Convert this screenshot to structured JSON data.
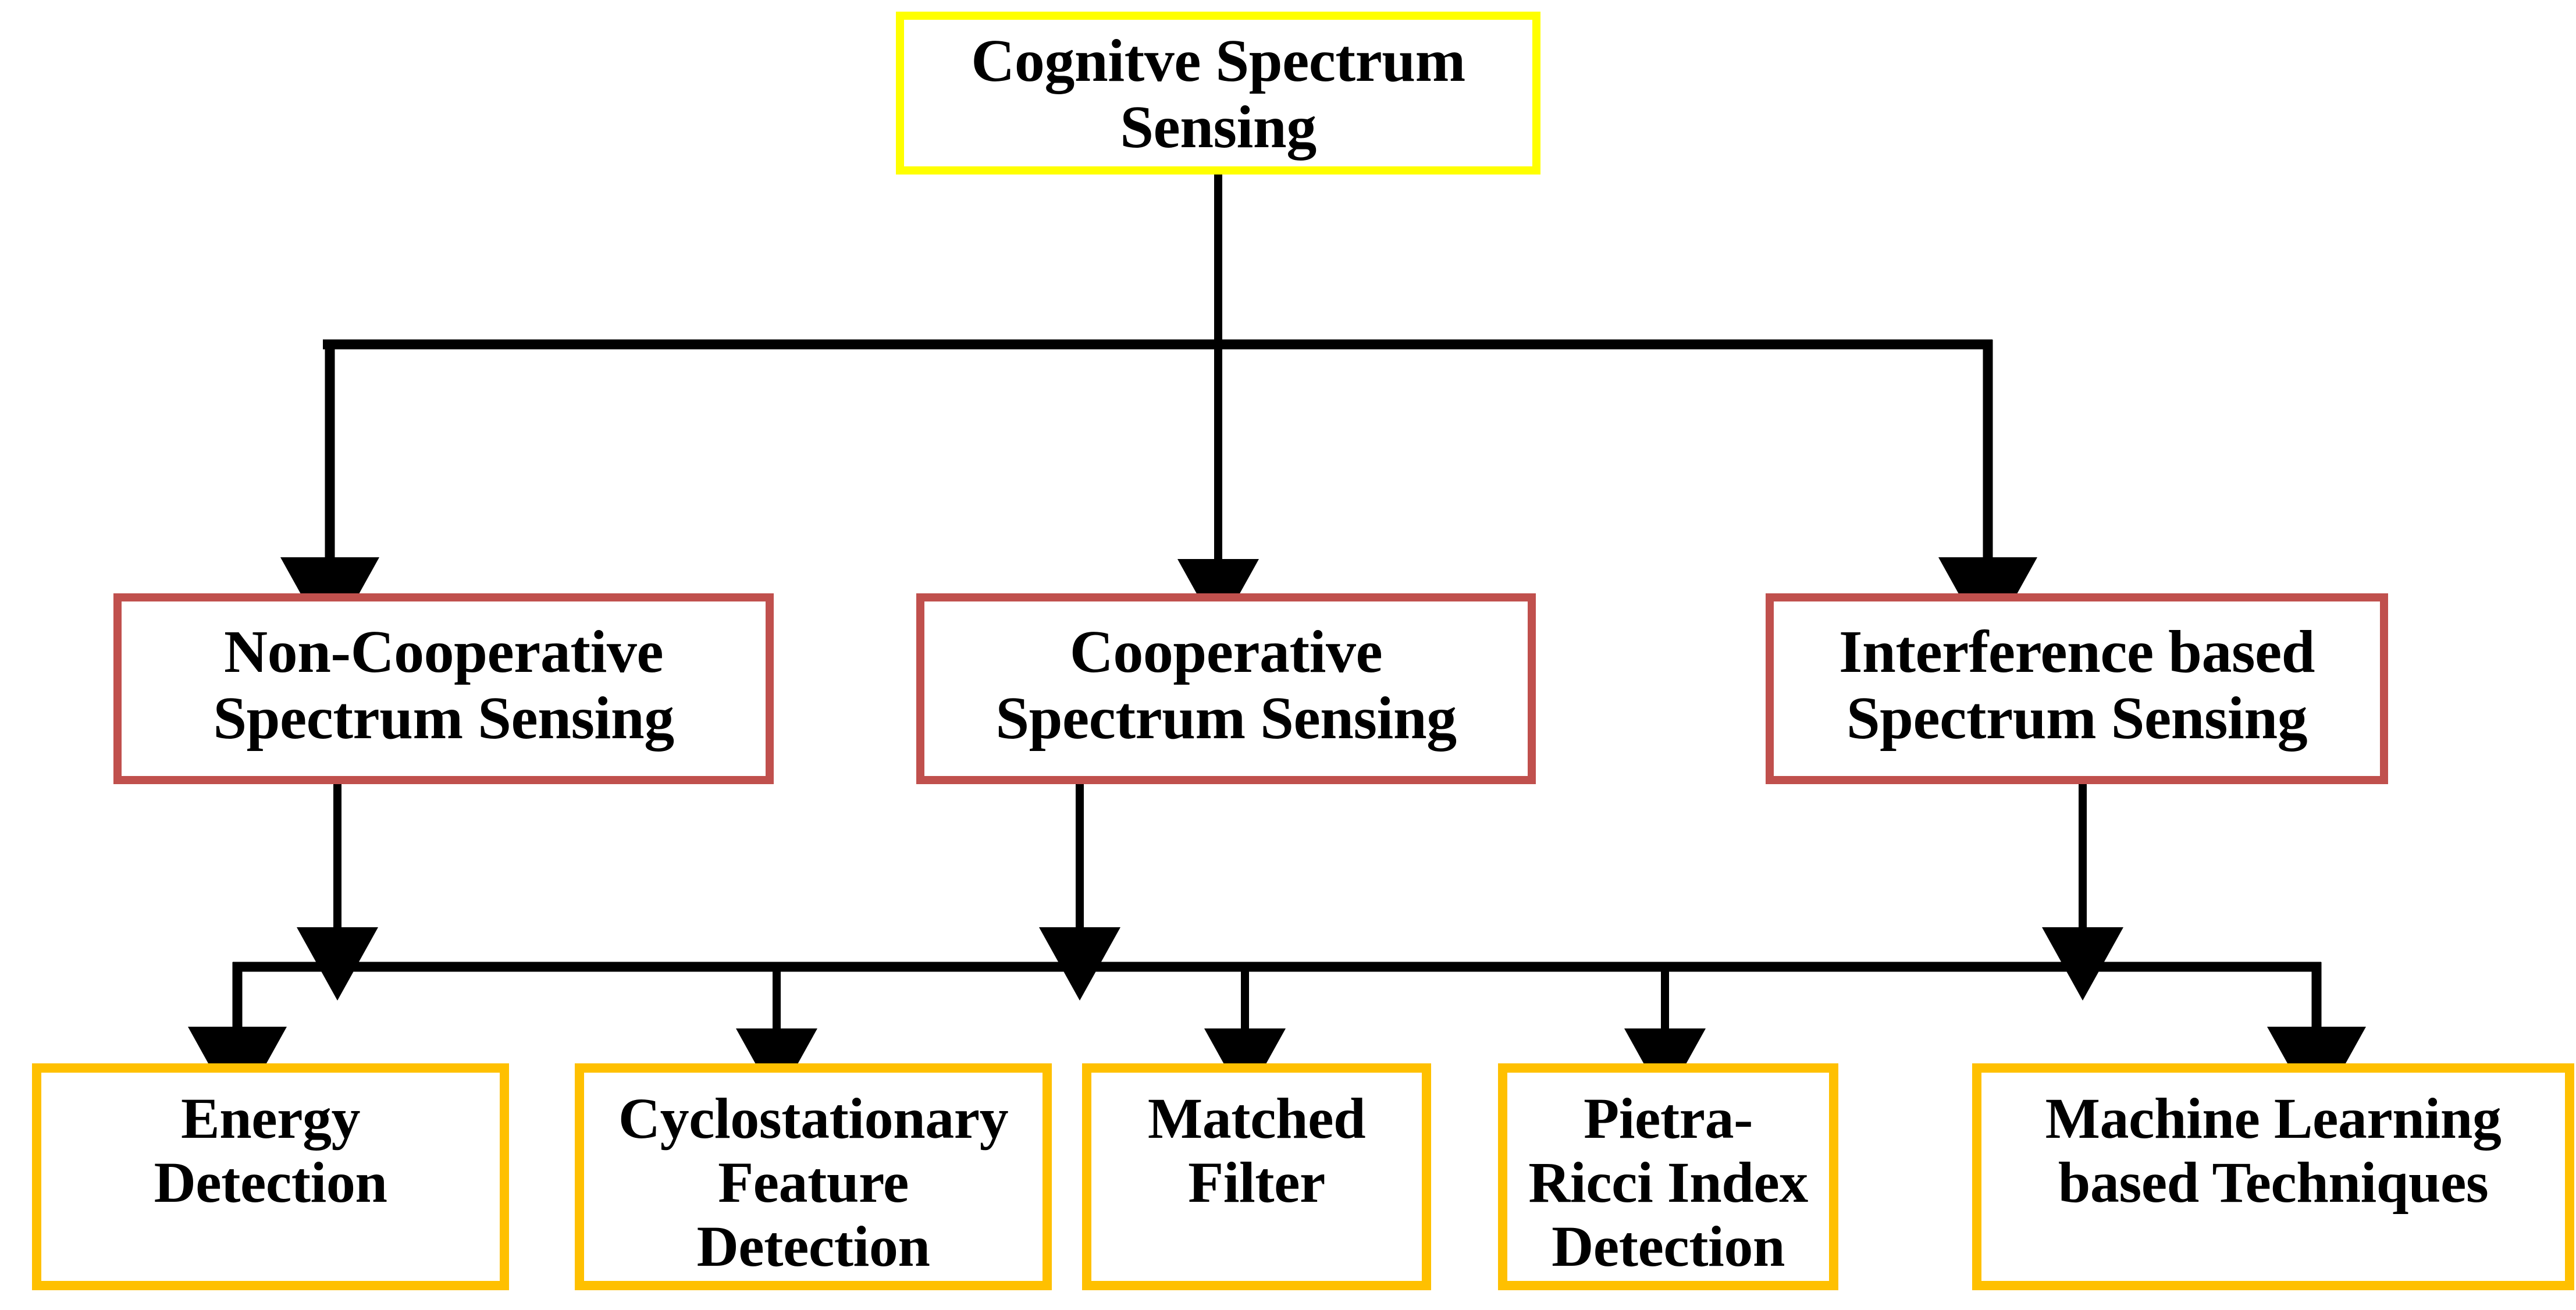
{
  "diagram": {
    "title": "Cognitve Spectrum Sensing taxonomy",
    "type": "hierarchy-tree",
    "colors": {
      "root_border": "#FFFF00",
      "category_border": "#C0504D",
      "leaf_border": "#FFC000",
      "connector": "#000000",
      "background": "#FFFFFF",
      "text": "#000000"
    },
    "root": {
      "label": "Cognitve Spectrum\nSensing",
      "line1": "Cognitve Spectrum",
      "line2": "Sensing"
    },
    "categories": [
      {
        "id": "non-cooperative",
        "label": "Non-Cooperative\nSpectrum Sensing",
        "line1": "Non-Cooperative",
        "line2": "Spectrum Sensing"
      },
      {
        "id": "cooperative",
        "label": "Cooperative\nSpectrum Sensing",
        "line1": "Cooperative",
        "line2": "Spectrum Sensing"
      },
      {
        "id": "interference-based",
        "label": "Interference based\nSpectrum Sensing",
        "line1": "Interference based",
        "line2": "Spectrum Sensing"
      }
    ],
    "techniques": [
      {
        "id": "energy-detection",
        "label": "Energy\nDetection"
      },
      {
        "id": "cyclostationary-feature-detection",
        "label": "Cyclostationary\nFeature\nDetection"
      },
      {
        "id": "matched-filter",
        "label": "Matched\nFilter"
      },
      {
        "id": "pietra-ricci-index-detection",
        "label": "Pietra-\nRicci Index\nDetection"
      },
      {
        "id": "machine-learning-based-techniques",
        "label": "Machine Learning\nbased Techniques"
      }
    ]
  }
}
